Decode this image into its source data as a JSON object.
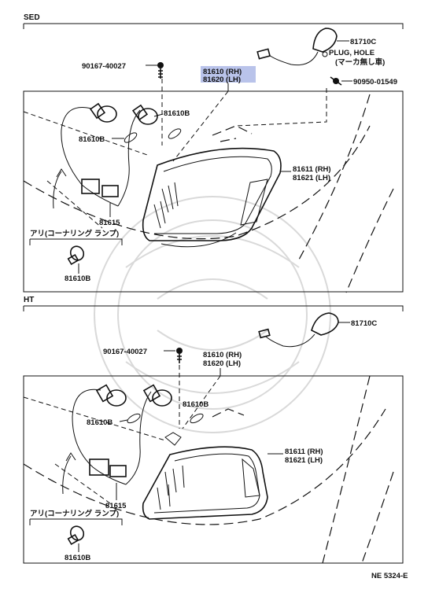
{
  "sections": {
    "sed": {
      "label": "SED",
      "parts": {
        "clip_top": "90167-40027",
        "lens_rh": "81610 (RH)",
        "lens_lh": "81620 (LH)",
        "marker": "81710C",
        "plug_hole": "PLUG, HOLE",
        "plug_note": "(マーカ無し車)",
        "screw": "90950-01549",
        "bulb_a": "81610B",
        "bulb_b": "81610B",
        "housing_rh": "81611 (RH)",
        "housing_lh": "81621 (LH)",
        "socket": "81615",
        "cornering_note": "アリ(コーナリング ランプ)",
        "bulb_bottom": "81610B"
      }
    },
    "ht": {
      "label": "HT",
      "parts": {
        "clip_top": "90167-40027",
        "lens_rh": "81610 (RH)",
        "lens_lh": "81620 (LH)",
        "marker": "81710C",
        "bulb_a": "81610B",
        "bulb_b": "81610B",
        "housing_rh": "81611 (RH)",
        "housing_lh": "81621 (LH)",
        "socket": "81615",
        "cornering_note": "アリ(コーナリング ランプ)",
        "bulb_bottom": "81610B"
      }
    }
  },
  "footer": {
    "code": "NE 5324-E"
  },
  "colors": {
    "highlight": "#b9c3ea",
    "ink": "#111111"
  }
}
